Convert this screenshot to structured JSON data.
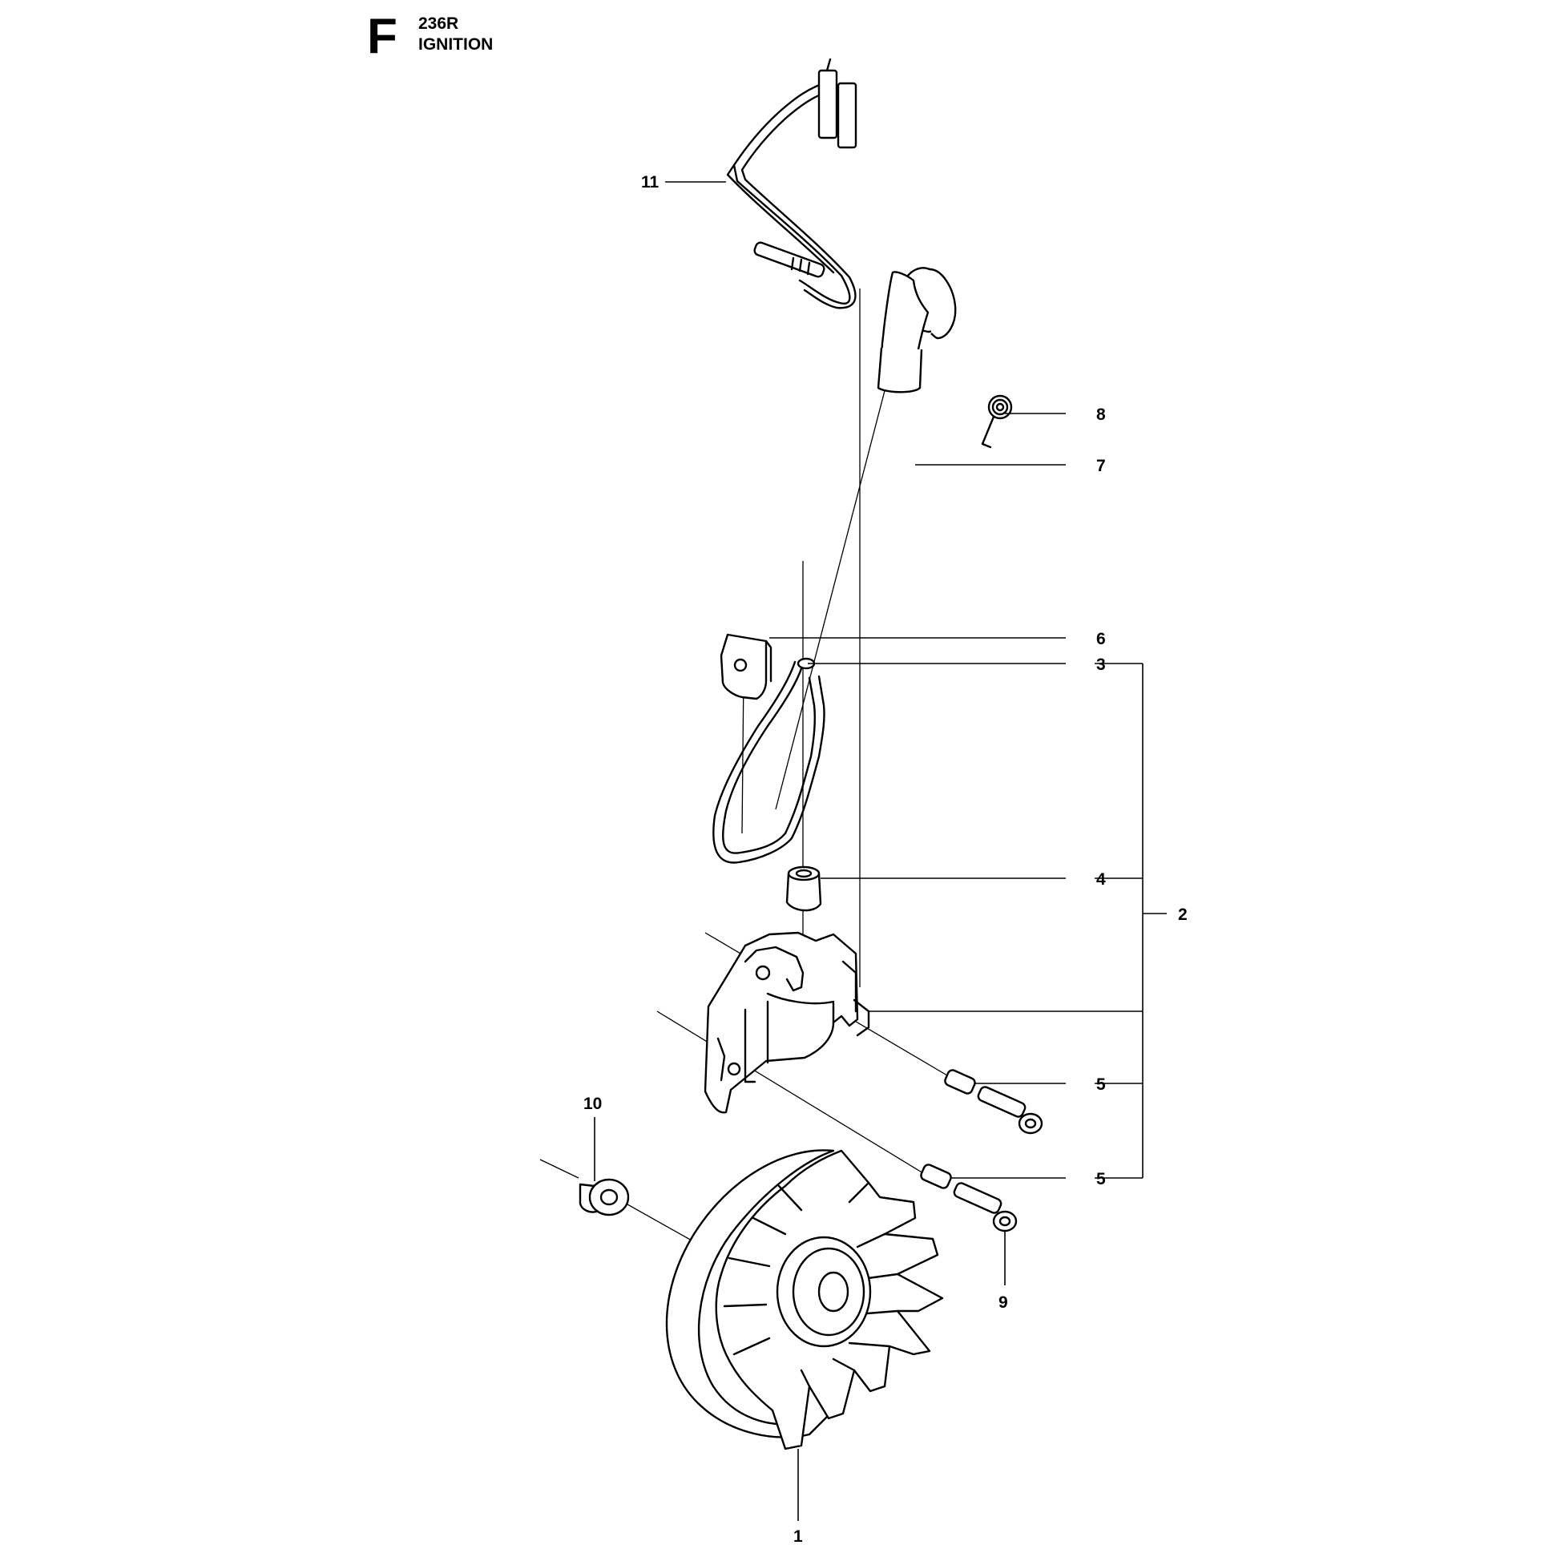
{
  "header": {
    "section_letter": "F",
    "model": "236R",
    "section_title": "IGNITION"
  },
  "callouts": {
    "c1": "1",
    "c2": "2",
    "c3": "3",
    "c4": "4",
    "c5a": "5",
    "c5b": "5",
    "c6": "6",
    "c7": "7",
    "c8": "8",
    "c9": "9",
    "c10": "10",
    "c11": "11"
  }
}
